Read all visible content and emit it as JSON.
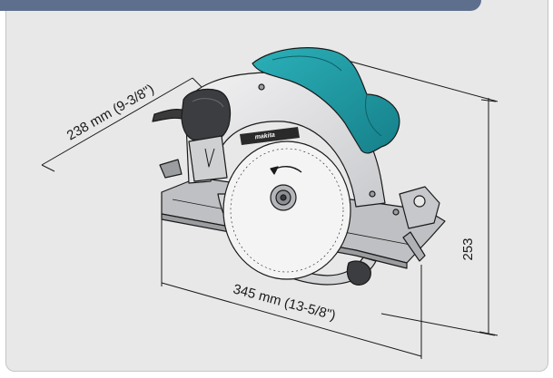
{
  "diagram": {
    "dimensions": {
      "width": "238 mm (9-3/8\")",
      "length": "345 mm (13-5/8\")",
      "height": "253"
    },
    "brand": "makita",
    "colors": {
      "header": "#5d6f8c",
      "panel": "#e8e8e9",
      "motor_housing": "#1f9aa3",
      "body": "#d8d9db",
      "outline": "#1a1a1a"
    }
  }
}
